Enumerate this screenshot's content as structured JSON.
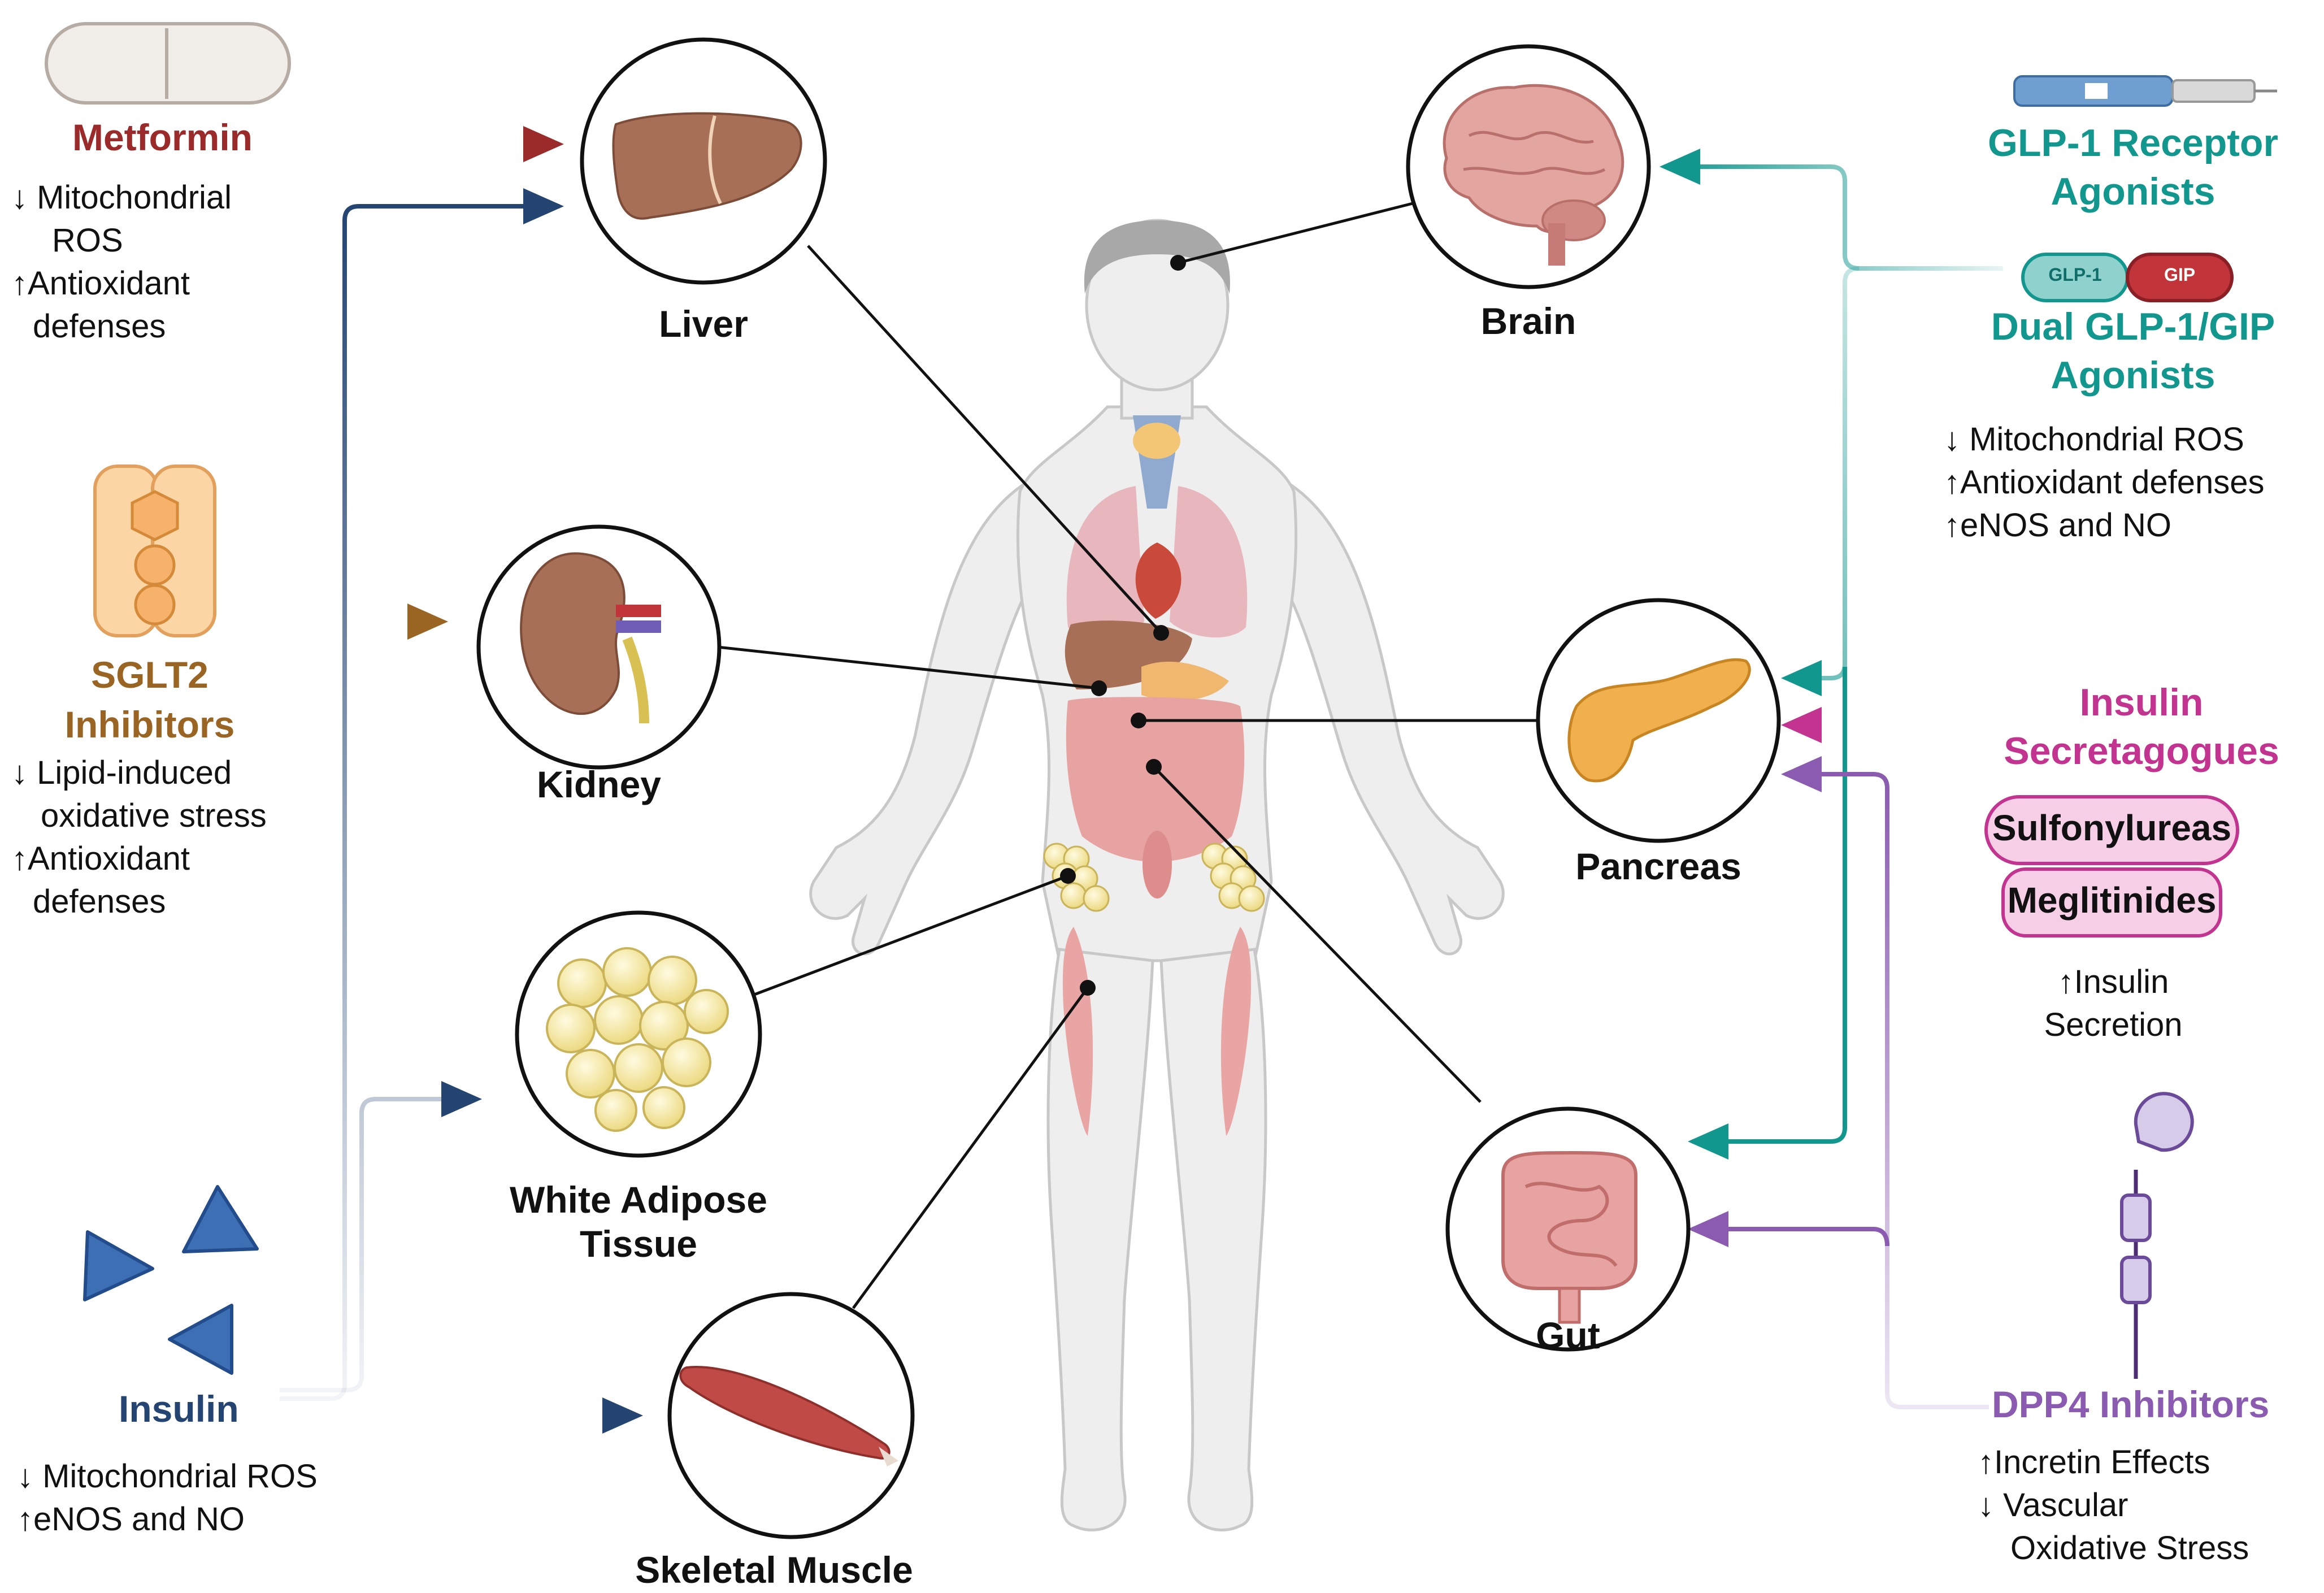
{
  "colors": {
    "metformin": "#9b2b2b",
    "sglt2": "#9a6423",
    "insulin": "#244472",
    "glp1": "#12978f",
    "secretagogue": "#c2348f",
    "dpp4": "#8a5bb0",
    "line": "#111111",
    "body": "#eeeeee"
  },
  "icons": {
    "metformin": "pill-icon",
    "sglt2": "sglt2-transporter-icon",
    "insulin": "insulin-triangles-icon",
    "glp1": "injection-pen-icon",
    "dual": "glp1-gip-capsule-icon",
    "dpp4": "dpp4-enzyme-icon",
    "body": "human-body-icon"
  },
  "organs": {
    "liver": "Liver",
    "kidney": "Kidney",
    "adipose_line1": "White Adipose",
    "adipose_line2": "Tissue",
    "muscle": "Skeletal Muscle",
    "brain": "Brain",
    "pancreas": "Pancreas",
    "gut": "Gut"
  },
  "drugs": {
    "metformin": {
      "name": "Metformin",
      "effect_lines": [
        "↓ Mitochondrial",
        "ROS",
        "↑Antioxidant",
        "defenses"
      ]
    },
    "sglt2": {
      "name_line1": "SGLT2",
      "name_line2": "Inhibitors",
      "effect_lines": [
        "↓ Lipid-induced",
        "oxidative stress",
        "↑Antioxidant",
        "defenses"
      ]
    },
    "insulin": {
      "name": "Insulin",
      "effect_lines": [
        "↓ Mitochondrial ROS",
        "↑eNOS and NO"
      ]
    },
    "glp1": {
      "name_line1": "GLP-1 Receptor",
      "name_line2": "Agonists",
      "capsule_left": "GLP-1",
      "capsule_right": "GIP",
      "dual_line1": "Dual GLP-1/GIP",
      "dual_line2": "Agonists",
      "effect_lines": [
        "↓ Mitochondrial ROS",
        "↑Antioxidant defenses",
        "↑eNOS and NO"
      ]
    },
    "secretagogues": {
      "name_line1": "Insulin",
      "name_line2": "Secretagogues",
      "sub1": "Sulfonylureas",
      "sub2": "Meglitinides",
      "effect_lines": [
        "↑Insulin",
        "Secretion"
      ]
    },
    "dpp4": {
      "name": "DPP4 Inhibitors",
      "effect_lines": [
        "↑Incretin Effects",
        "↓ Vascular",
        "Oxidative Stress"
      ]
    }
  }
}
